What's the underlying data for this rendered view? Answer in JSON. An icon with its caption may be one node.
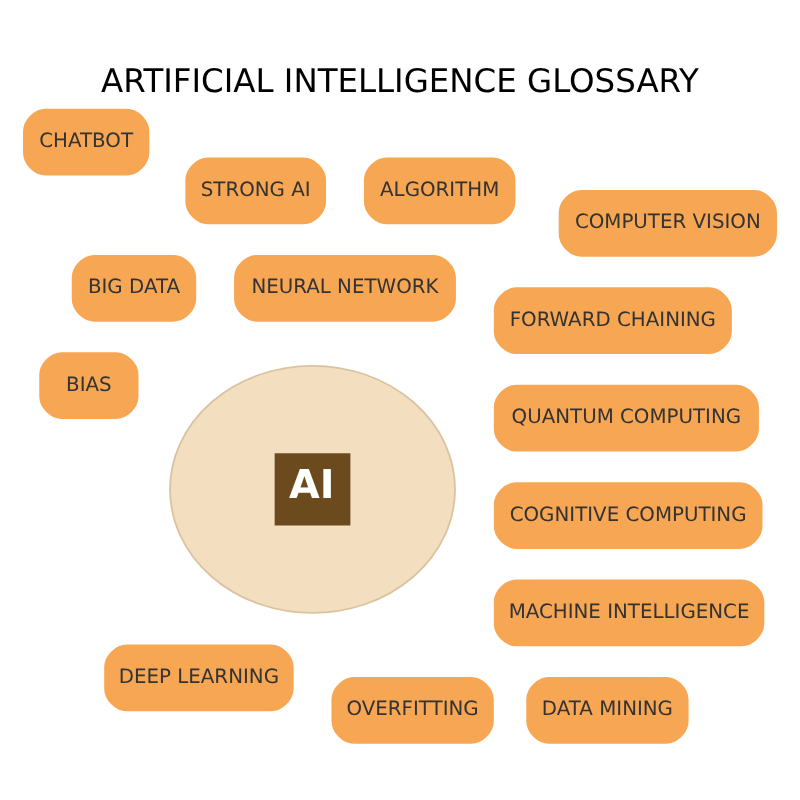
{
  "diagram": {
    "title": "ARTIFICIAL INTELLIGENCE GLOSSARY",
    "nodes": [
      {
        "text": [
          "AI"
        ]
      },
      {
        "text": [
          "QUANTUM COMPUTING"
        ]
      },
      {
        "text": [
          "BIG DATA"
        ]
      },
      {
        "text": [
          "CHATBOT"
        ]
      },
      {
        "text": [
          "OVERFITTING"
        ]
      },
      {
        "text": [
          "NEURAL NETWORK"
        ]
      },
      {
        "text": [
          "ALGORITHM"
        ]
      },
      {
        "text": [
          "DEEP LEARNING"
        ]
      },
      {
        "text": [
          "BIAS"
        ]
      },
      {
        "text": [
          "MACHINE INTELLIGENCE"
        ]
      },
      {
        "text": [
          "COGNITIVE COMPUTING"
        ]
      },
      {
        "text": [
          "STRONG AI"
        ]
      },
      {
        "text": [
          "FORWARD CHAINING"
        ]
      },
      {
        "text": [
          "DATA MINING"
        ]
      },
      {
        "text": [
          "COMPUTER VISION"
        ]
      }
    ],
    "edges": []
  }
}
